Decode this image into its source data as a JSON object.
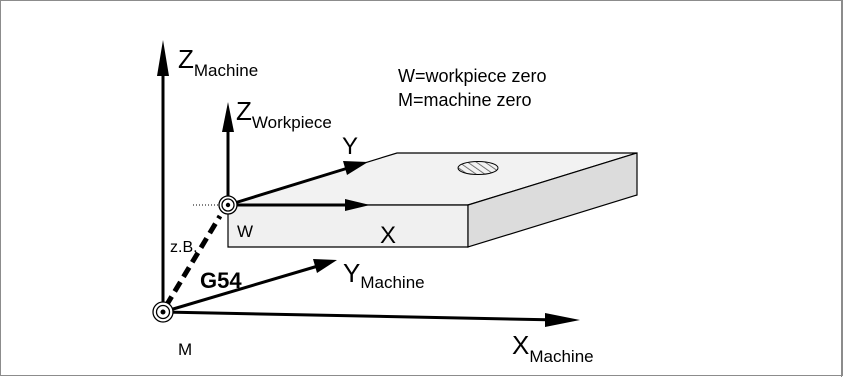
{
  "legend": {
    "line1": "W=workpiece zero",
    "line2": "M=machine zero"
  },
  "machine_axes": {
    "z_main": "Z",
    "z_sub": "Machine",
    "y_main": "Y",
    "y_sub": "Machine",
    "x_main": "X",
    "x_sub": "Machine"
  },
  "workpiece_axes": {
    "z_main": "Z",
    "z_sub": "Workpiece",
    "y_label": "Y",
    "x_label": "X"
  },
  "points": {
    "workpiece_zero": "W",
    "machine_zero": "M"
  },
  "offset": {
    "example": "z.B.",
    "code": "G54"
  },
  "colors": {
    "line": "#000000",
    "block_top": "#f2f2f2",
    "block_front": "#f0f0f0",
    "block_side": "#dcdcdc"
  }
}
